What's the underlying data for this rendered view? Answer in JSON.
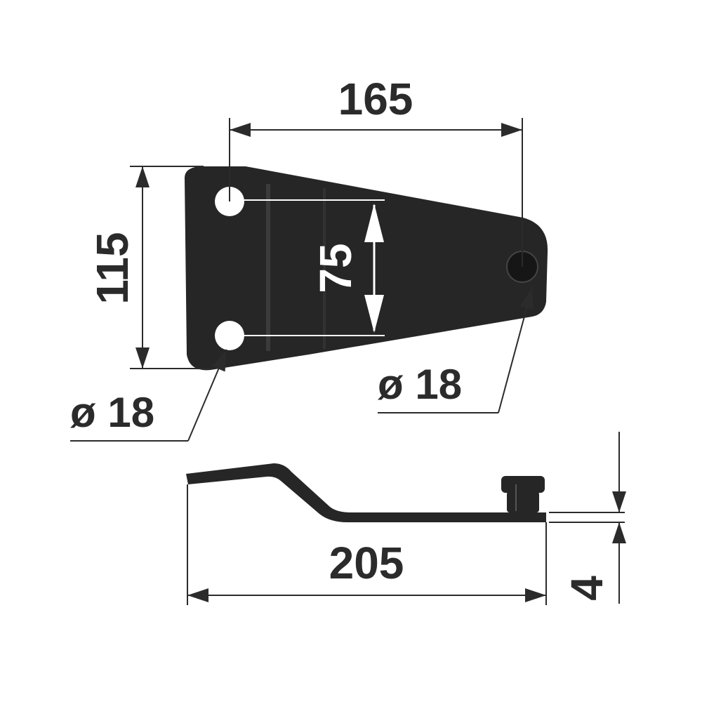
{
  "drawing": {
    "top_view": {
      "width_dimension": "165",
      "height_dimension": "115",
      "hole_spacing_dimension": "75",
      "left_hole_diameter": "ø 18",
      "right_hole_diameter": "ø 18"
    },
    "side_view": {
      "length_dimension": "205",
      "thickness_dimension": "4"
    }
  },
  "colors": {
    "part_fill": "#262626",
    "line": "#2b2b2b",
    "background": "#ffffff"
  }
}
